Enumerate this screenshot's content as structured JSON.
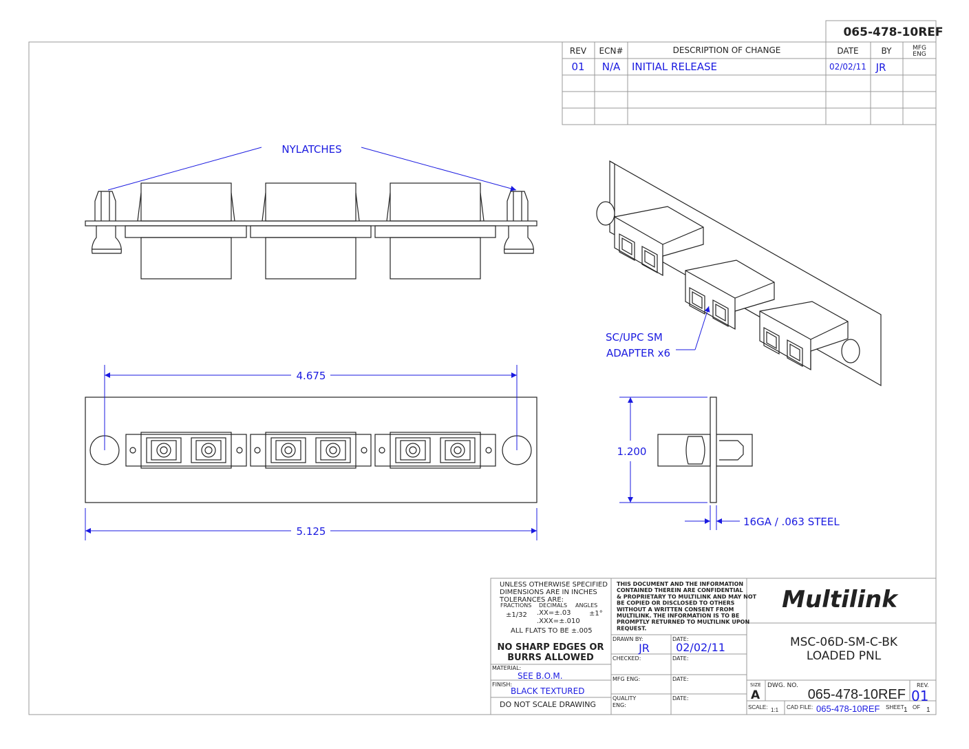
{
  "drawing_number_header": "065-478-10REF",
  "revision_table": {
    "headers": [
      "REV",
      "ECN#",
      "DESCRIPTION OF CHANGE",
      "DATE",
      "BY",
      "MFG",
      "ENG"
    ],
    "rows": [
      {
        "rev": "01",
        "ecn": "N/A",
        "description": "INITIAL RELEASE",
        "date": "02/02/11",
        "by": "JR"
      }
    ]
  },
  "callouts": {
    "nylatches": "NYLATCHES",
    "adapter_line1": "SC/UPC SM",
    "adapter_line2": "ADAPTER x6",
    "dim_width_inner": "4.675",
    "dim_width_outer": "5.125",
    "dim_height": "1.200",
    "material_thickness": "16GA / .063 STEEL"
  },
  "title_block": {
    "tolerances": {
      "line1": "UNLESS OTHERWISE SPECIFIED",
      "line2": "DIMENSIONS ARE IN INCHES",
      "line3": "TOLERANCES ARE:",
      "fractions_label": "FRACTIONS",
      "decimals_label": "DECIMALS",
      "angles_label": "ANGLES",
      "fractions_value": "±1/32",
      "decimals_xx": ".XX=±.03",
      "decimals_xxx": ".XXX=±.010",
      "angles_value": "±1°",
      "flats": "ALL FLATS TO BE ±.005"
    },
    "edges_line1": "NO SHARP EDGES OR",
    "edges_line2": "BURRS ALLOWED",
    "material_label": "MATERIAL:",
    "material_value": "SEE B.O.M.",
    "finish_label": "FINISH:",
    "finish_value": "BLACK TEXTURED",
    "do_not_scale": "DO NOT SCALE DRAWING",
    "confidential": [
      "THIS DOCUMENT AND THE INFORMATION",
      "CONTAINED THEREIN ARE CONFIDENTIAL",
      "& PROPRIETARY TO MULTILINK AND MAY NOT",
      "BE COPIED OR DISCLOSED TO OTHERS",
      "WITHOUT A WRITTEN CONSENT FROM",
      "MULTILINK. THE INFORMATION IS TO BE",
      "PROMPTLY RETURNED TO MULTILINK UPON",
      "REQUEST."
    ],
    "drawn_by_label": "DRAWN BY:",
    "drawn_by_value": "JR",
    "date_label": "DATE:",
    "drawn_date": "02/02/11",
    "checked_label": "CHECKED:",
    "mfg_eng_label": "MFG ENG:",
    "quality_label1": "QUALITY",
    "quality_label2": "ENG:",
    "company": "Multilink",
    "part_number": "MSC-06D-SM-C-BK",
    "part_description": "LOADED PNL",
    "size_label": "SIZE",
    "size_value": "A",
    "dwg_no_label": "DWG. NO.",
    "dwg_no_value": "065-478-10REF",
    "rev_label": "REV.",
    "rev_value": "01",
    "scale_label": "SCALE:",
    "scale_value": "1:1",
    "cad_file_label": "CAD  FILE:",
    "cad_file_value": "065-478-10REF",
    "sheet_label": "SHEET",
    "sheet_value": "1",
    "of_label": "OF",
    "of_value": "1"
  },
  "colors": {
    "annotation": "#1a1ae0",
    "line": "#222222",
    "grid": "#999999"
  }
}
